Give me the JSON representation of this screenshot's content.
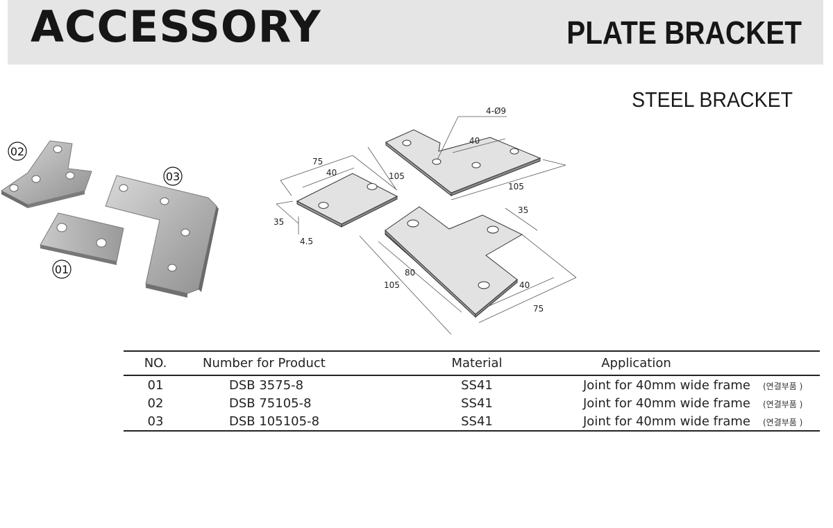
{
  "header": {
    "category": "ACCESSORY",
    "product": "PLATE BRACKET"
  },
  "subtitle": "STEEL BRACKET",
  "photo_labels": {
    "p02": "02",
    "p03": "03",
    "p01": "01"
  },
  "drawing_labels": {
    "holes": "4-Ø9",
    "a_75": "75",
    "a_40": "40",
    "a_105": "105",
    "a_35": "35",
    "a_45": "4.5",
    "b_40": "40",
    "b_105": "105",
    "c_35": "35",
    "c_80": "80",
    "c_105": "105",
    "c_40": "40",
    "c_75": "75"
  },
  "table": {
    "headers": {
      "no": "NO.",
      "product": "Number for Product",
      "material": "Material",
      "application": "Application"
    },
    "rows": [
      {
        "no": "01",
        "product": "DSB 3575-8",
        "material": "SS41",
        "application": "Joint for 40mm wide frame",
        "note": "(연결부품 )"
      },
      {
        "no": "02",
        "product": "DSB 75105-8",
        "material": "SS41",
        "application": "Joint for 40mm wide frame",
        "note": "(연결부품 )"
      },
      {
        "no": "03",
        "product": "DSB 105105-8",
        "material": "SS41",
        "application": "Joint for 40mm wide frame",
        "note": "(연결부품 )"
      }
    ]
  }
}
